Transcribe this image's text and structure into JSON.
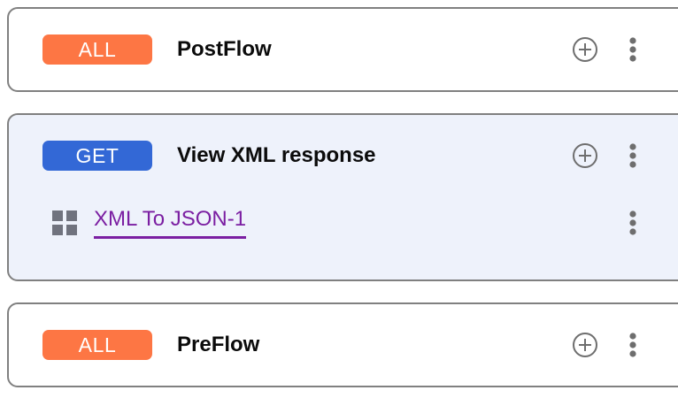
{
  "colors": {
    "badge_all_bg": "#fd7644",
    "badge_get_bg": "#3368d6",
    "badge_text": "#ffffff",
    "card_border": "#808080",
    "card_bg": "#ffffff",
    "card_selected_bg": "#eef2fb",
    "title_text": "#0b0b0b",
    "icon_gray": "#6e6e6e",
    "grid_icon_gray": "#70737e",
    "policy_link": "#7b1fa2",
    "page_bg": "#ffffff"
  },
  "flows": [
    {
      "id": "postflow",
      "badge": "ALL",
      "badge_type": "all",
      "title": "PostFlow",
      "selected": false,
      "add_icon": "plus-circle-icon",
      "menu_icon": "more-vertical-icon",
      "policies": []
    },
    {
      "id": "view-xml-response",
      "badge": "GET",
      "badge_type": "get",
      "title": "View XML response",
      "selected": true,
      "add_icon": "plus-circle-icon",
      "menu_icon": "more-vertical-icon",
      "policies": [
        {
          "id": "xml-to-json-1",
          "label": "XML To JSON-1",
          "icon": "grid-squares-icon",
          "menu_icon": "more-vertical-icon"
        }
      ]
    },
    {
      "id": "preflow",
      "badge": "ALL",
      "badge_type": "all",
      "title": "PreFlow",
      "selected": false,
      "add_icon": "plus-circle-icon",
      "menu_icon": "more-vertical-icon",
      "policies": []
    }
  ]
}
